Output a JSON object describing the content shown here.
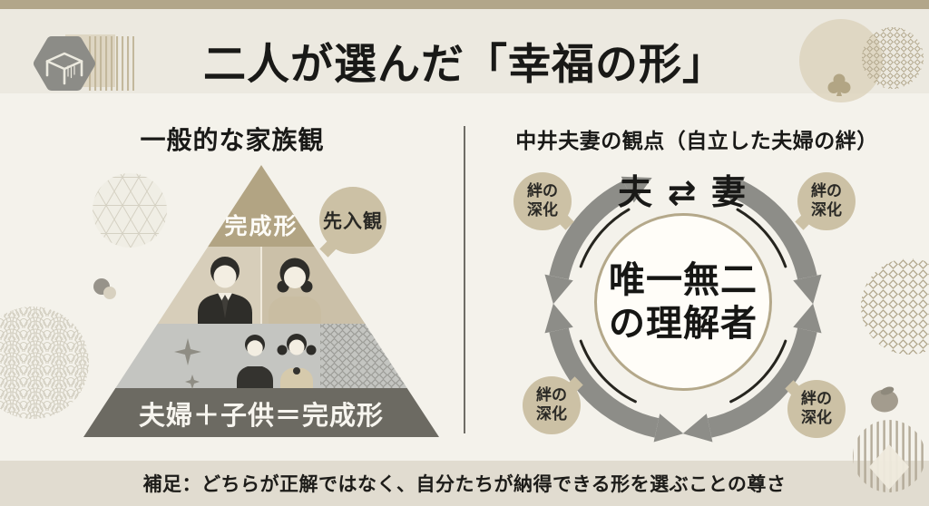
{
  "header": {
    "title": "二人が選んだ「幸福の形」"
  },
  "left_panel": {
    "heading": "一般的な家族観",
    "pyramid": {
      "top_label": "完成形",
      "bottom_label": "夫婦＋子供＝完成形"
    },
    "preconception_bubble": "先入観"
  },
  "right_panel": {
    "heading": "中井夫妻の観点（自立した夫婦の絆）",
    "cycle_label": "夫 ⇄ 妻",
    "center": {
      "line1": "唯一無二",
      "line2": "の理解者"
    },
    "bond_bubbles": [
      {
        "line1": "絆の",
        "line2": "深化"
      },
      {
        "line1": "絆の",
        "line2": "深化"
      },
      {
        "line1": "絆の",
        "line2": "深化"
      },
      {
        "line1": "絆の",
        "line2": "深化"
      }
    ]
  },
  "footer": {
    "note": "補足：どちらが正解ではなく、自分たちが納得できる形を選ぶことの尊さ"
  },
  "colors": {
    "accent_tan": "#b2a68a",
    "header_bg": "#ece9e0",
    "main_bg": "#f4f2eb",
    "footer_bg": "#e1dcd0",
    "bubble_tan": "#ccc1a5",
    "arrow_gray": "#8d8d88",
    "pyramid_top": "#b2a483",
    "pyramid_couple_band": "#d7ceba",
    "pyramid_children_band": "#c4c5c1",
    "pyramid_base": "#6c6a62",
    "ring_tan": "#b4a88a",
    "ink": "#1e1d1a"
  }
}
